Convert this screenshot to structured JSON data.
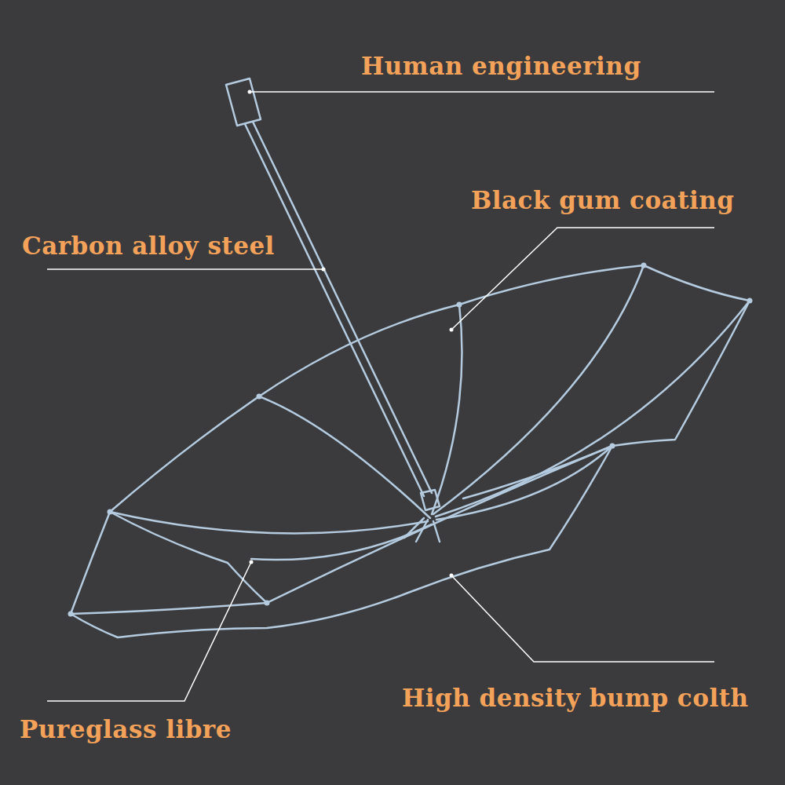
{
  "diagram": {
    "labels": [
      "Human engineering",
      "Black gum coating",
      "Carbon alloy steel",
      "High density bump colth",
      "Pureglass libre"
    ]
  }
}
